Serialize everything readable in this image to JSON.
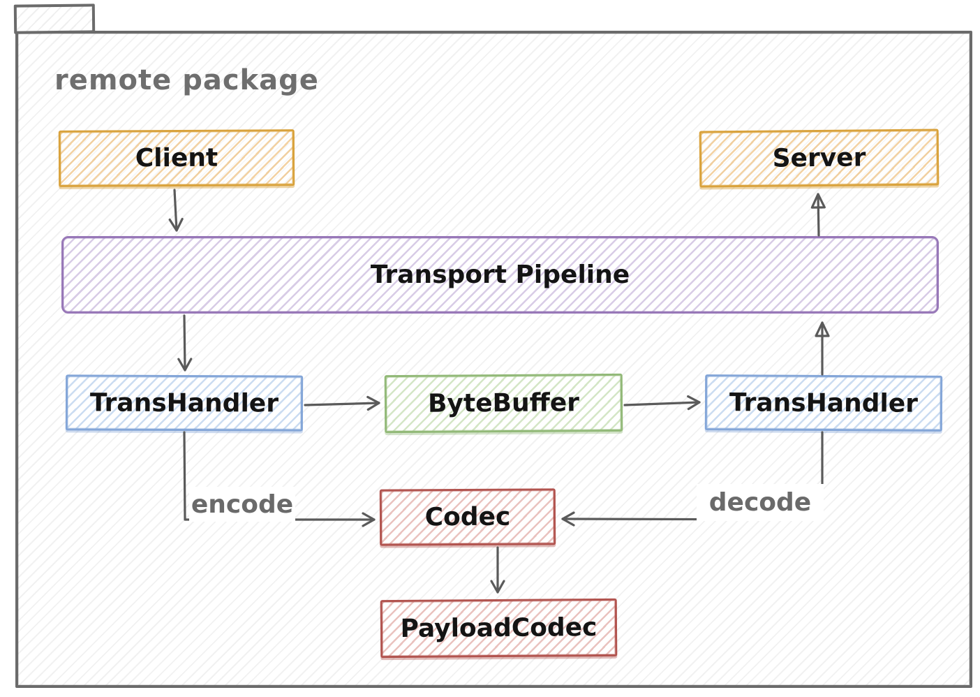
{
  "package": {
    "label": "remote package"
  },
  "nodes": [
    {
      "id": "client",
      "label": "Client",
      "color": "#d9a23c"
    },
    {
      "id": "server",
      "label": "Server",
      "color": "#d9a23c"
    },
    {
      "id": "pipeline",
      "label": "Transport Pipeline",
      "color": "#9878b8"
    },
    {
      "id": "transhandler-left",
      "label": "TransHandler",
      "color": "#84a6d8"
    },
    {
      "id": "bytebuffer",
      "label": "ByteBuffer",
      "color": "#92b978"
    },
    {
      "id": "transhandler-right",
      "label": "TransHandler",
      "color": "#84a6d8"
    },
    {
      "id": "codec",
      "label": "Codec",
      "color": "#b2544f"
    },
    {
      "id": "payloadcodec",
      "label": "PayloadCodec",
      "color": "#b2544f"
    }
  ],
  "edges": [
    {
      "from": "client",
      "to": "pipeline",
      "label": ""
    },
    {
      "from": "pipeline",
      "to": "server",
      "label": ""
    },
    {
      "from": "pipeline",
      "to": "transhandler-left",
      "label": ""
    },
    {
      "from": "transhandler-left",
      "to": "bytebuffer",
      "label": ""
    },
    {
      "from": "bytebuffer",
      "to": "transhandler-right",
      "label": ""
    },
    {
      "from": "transhandler-right",
      "to": "pipeline",
      "label": ""
    },
    {
      "from": "transhandler-left",
      "to": "codec",
      "label": "encode"
    },
    {
      "from": "transhandler-right",
      "to": "codec",
      "label": "decode"
    },
    {
      "from": "codec",
      "to": "payloadcodec",
      "label": ""
    }
  ],
  "colors": {
    "package_border": "#6b6b6b",
    "package_title_text": "#6e6e6e",
    "arrow": "#5a5a5a",
    "node_label_text": "#141414",
    "edge_label_text": "#6a6a6a"
  }
}
